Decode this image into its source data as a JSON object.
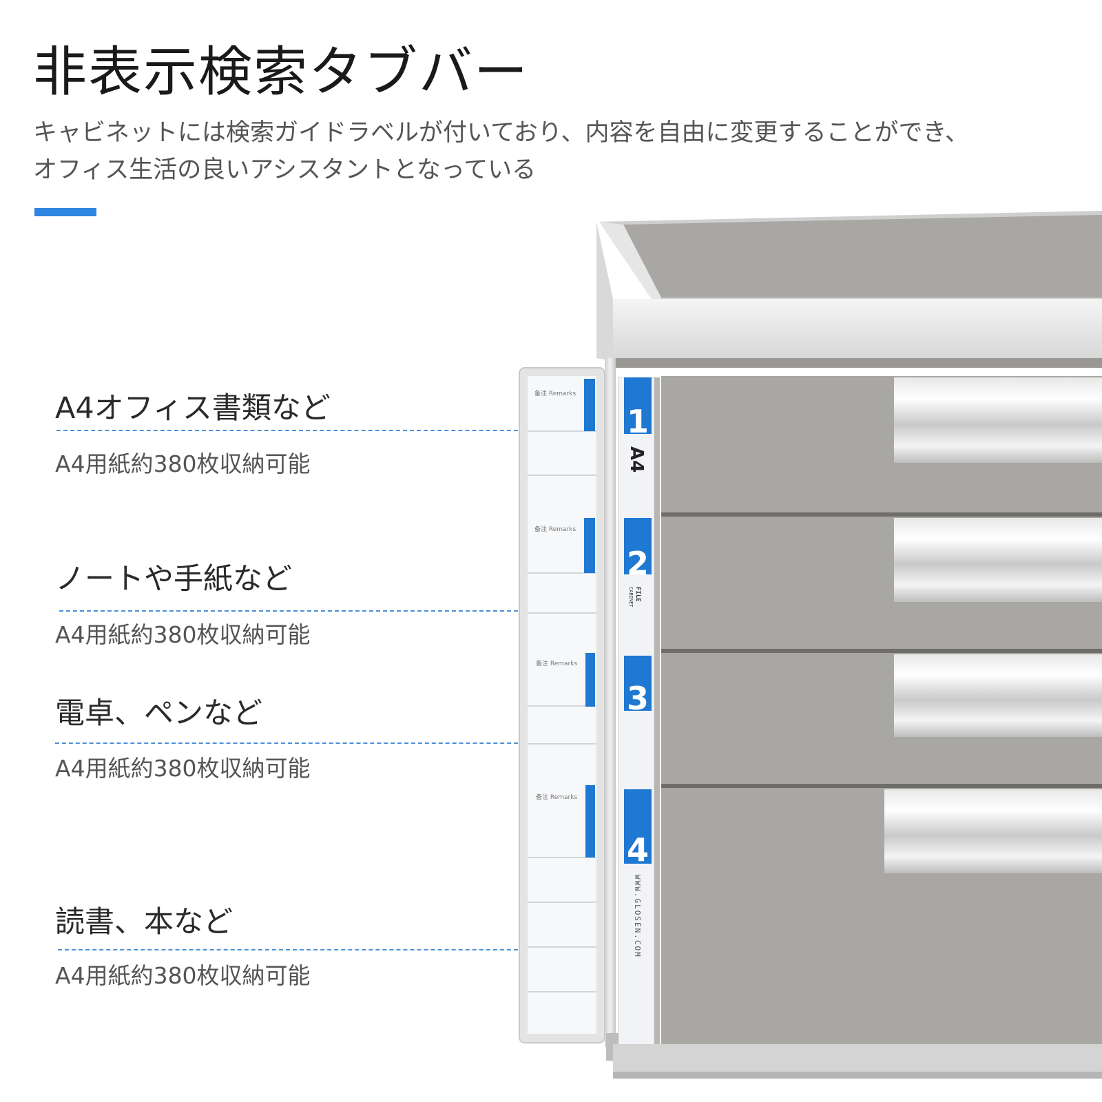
{
  "header": {
    "title": "非表示検索タブバー",
    "description_lines": [
      "キャビネットには検索ガイドラベルが付いており、内容を自由に変更することができ、",
      "オフィス生活の良いアシスタントとなっている"
    ]
  },
  "accent_color": "#2f86e0",
  "categories": [
    {
      "title": "A4オフィス書類など",
      "subtitle": "A4用紙約380枚収納可能"
    },
    {
      "title": "ノートや手紙など",
      "subtitle": "A4用紙約380枚収納可能"
    },
    {
      "title": "電卓、ペンなど",
      "subtitle": "A4用紙約380枚収納可能"
    },
    {
      "title": "読書、本など",
      "subtitle": "A4用紙約380枚収納可能"
    }
  ],
  "cabinet": {
    "remarks_label": "备注 Remarks",
    "drawer_numbers": [
      "1",
      "2",
      "3",
      "4"
    ],
    "strip_text_a4": "A4",
    "strip_text_file": "FILE",
    "strip_text_cabinet": "CABINET",
    "strip_text_url": "WWW.GLOSEN.COM"
  }
}
